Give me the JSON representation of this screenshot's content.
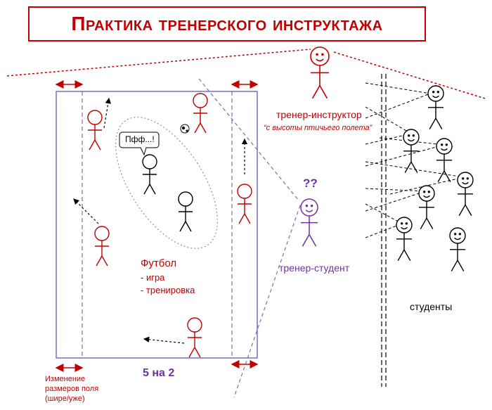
{
  "title": "Практика тренерского инструктажа",
  "bubble_text": "Пфф...!",
  "instructor": {
    "label": "тренер-инструктор",
    "note": "“с высоты птичьего полета”"
  },
  "student_coach": {
    "mark": "??",
    "label": "тренер-студент"
  },
  "football": {
    "title": "Футбол",
    "item_1": "- игра",
    "item_2": "- тренировка"
  },
  "format": "5 на 2",
  "field_size": {
    "line_1": "Изменение",
    "line_2": "размеров поля",
    "line_3": "(шире/уже)"
  },
  "students_label": "студенты",
  "colors": {
    "red": "#c00000",
    "purple": "#7030a0",
    "field_border": "#7b6fb5",
    "black": "#000000"
  }
}
